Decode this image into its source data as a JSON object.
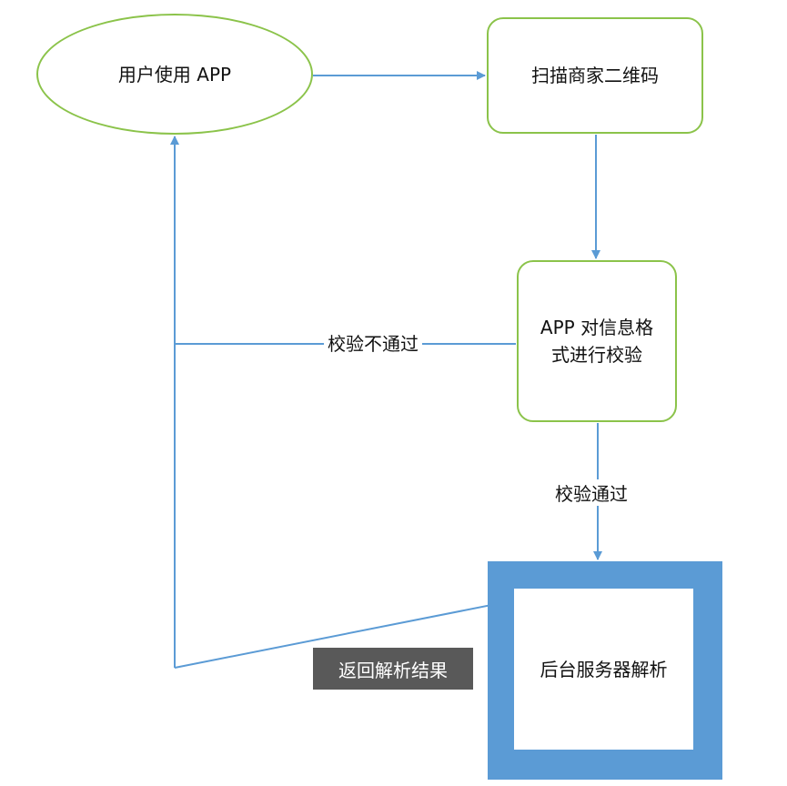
{
  "diagram": {
    "nodes": {
      "user_app": "用户使用 APP",
      "scan_qr": "扫描商家二维码",
      "app_validate": "APP 对信息格式进行校验",
      "server_parse": "后台服务器解析"
    },
    "edges": {
      "validate_fail": "校验不通过",
      "validate_pass": "校验通过",
      "return_result": "返回解析结果"
    },
    "colors": {
      "node_border": "#8bc34a",
      "connector": "#5b9bd5",
      "server_frame": "#5b9bd5",
      "result_label_bg": "#595959"
    }
  }
}
